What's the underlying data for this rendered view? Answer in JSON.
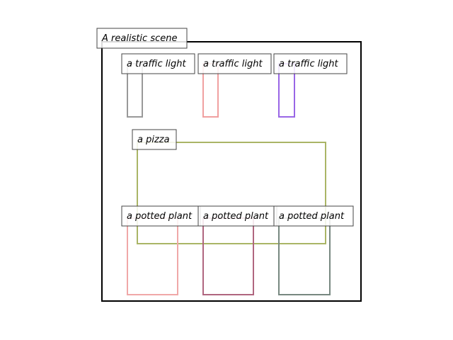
{
  "scene": {
    "caption": "A realistic scene",
    "border_color": "#000000"
  },
  "objects": [
    {
      "id": "traffic-light-1",
      "label": "a traffic light",
      "color": "#999999"
    },
    {
      "id": "traffic-light-2",
      "label": "a traffic light",
      "color": "#f0a0a0"
    },
    {
      "id": "traffic-light-3",
      "label": "a traffic light",
      "color": "#9966e6"
    },
    {
      "id": "pizza",
      "label": "a pizza",
      "color": "#aab566"
    },
    {
      "id": "potted-plant-1",
      "label": "a potted plant",
      "color": "#f0a8a8"
    },
    {
      "id": "potted-plant-2",
      "label": "a potted plant",
      "color": "#b0667f"
    },
    {
      "id": "potted-plant-3",
      "label": "a potted plant",
      "color": "#778880"
    }
  ]
}
